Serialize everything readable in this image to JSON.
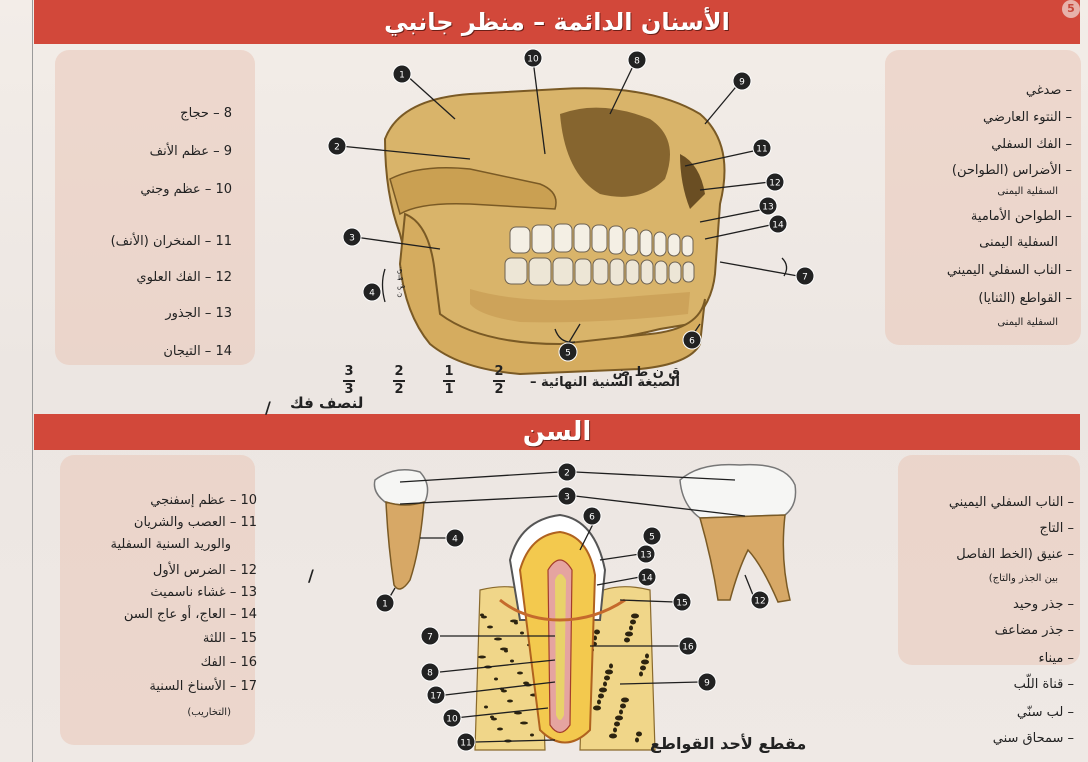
{
  "sections": {
    "top_title": "الأسنان الدائمة – منظر جانبي",
    "top_badge": "5",
    "bottom_title": "السن"
  },
  "top_right_list": [
    "– صدغي",
    "– النتوء العارضي",
    "– الفك السفلي",
    "– الأضراس (الطواحن)",
    "السفلية اليمنى",
    "– الطواحن الأمامية",
    "السفلية اليمنى",
    "– الناب السفلي اليميني",
    "– القواطع (الثنايا)",
    "السفلية اليمنى"
  ],
  "top_left_list": [
    "8 – حجاج",
    "9 – عظم الأنف",
    "10 – عظم وجني",
    "11 – المنخران (الأنف)",
    "12 – الفك العلوي",
    "13 – الجذور",
    "14 – التيجان"
  ],
  "formula": {
    "label": "الصيغة السنية النهائية –",
    "parts": [
      {
        "num": "2",
        "den": "2",
        "letter": "ق"
      },
      {
        "num": "1",
        "den": "1",
        "letter": "ن"
      },
      {
        "num": "2",
        "den": "2",
        "letter": "ط"
      },
      {
        "num": "3",
        "den": "3",
        "letter": "ض"
      }
    ],
    "note": "لنصف فك"
  },
  "bottom_left_list": [
    "10 – عظم إسفنجي",
    "11 – العصب والشريان",
    "والوريد السنية السفلية",
    "12 – الضرس الأول",
    "13 – غشاء ناسميث",
    "14 – العاج، أو عاج السن",
    "15 – اللثة",
    "16 – الفك",
    "17 – الأسناخ السنية",
    "(التخاريب)"
  ],
  "bottom_right_list": [
    "– الناب السفلي اليميني",
    "– التاج",
    "– عنيق (الخط الفاصل",
    "بين الجذر والتاج)",
    "– جذر وحيد",
    "– جذر مضاعف",
    "– ميناء",
    "– قناة اللّب",
    "– لب سنّي",
    "– سمحاق سني"
  ],
  "caption": "مقطع لأحد القواطع",
  "skull_labels": [
    "1",
    "10",
    "8",
    "9",
    "2",
    "11",
    "12",
    "13",
    "14",
    "3",
    "7",
    "4",
    "5",
    "6"
  ],
  "skull_teeth_marks": [
    "ق",
    "ط",
    "ض",
    "ن"
  ],
  "tooth_labels": [
    "2",
    "3",
    "4",
    "1",
    "5",
    "6",
    "13",
    "14",
    "15",
    "7",
    "16",
    "8",
    "17",
    "9",
    "10",
    "11",
    "12"
  ],
  "colors": {
    "band": "#d2483a",
    "bone": "#d9b46a",
    "panel": "#eac6b8"
  }
}
